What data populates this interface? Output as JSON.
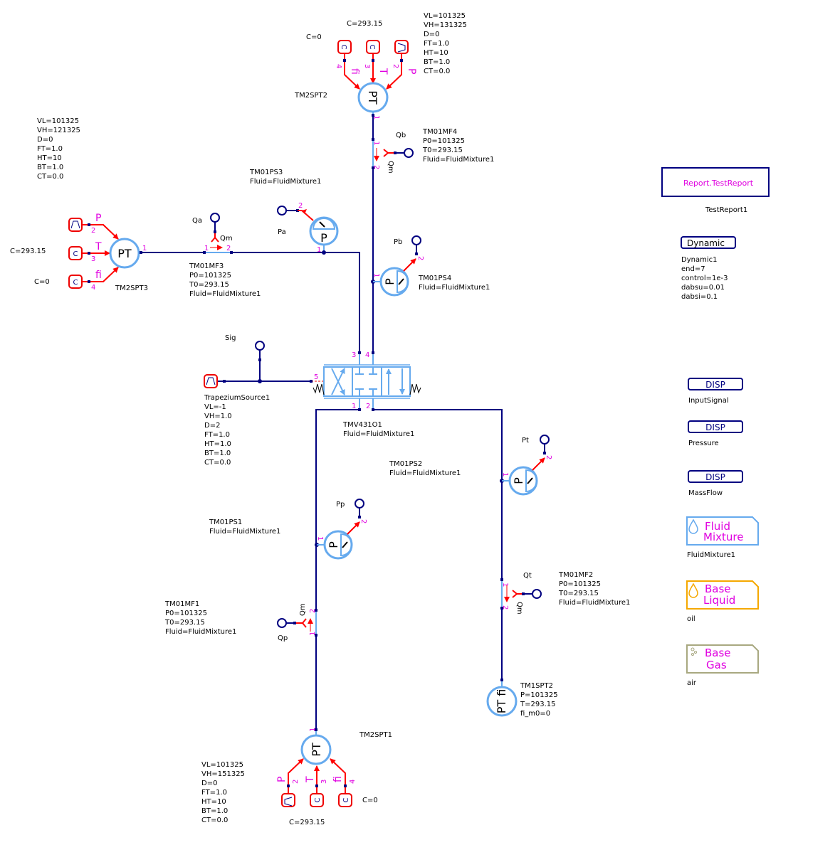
{
  "diagram": {
    "components": {
      "tm2spt2": {
        "name": "TM2SPT2",
        "symbol": "PT",
        "c_temp": "C=293.15",
        "c_fi": "C=0",
        "params": [
          "VL=101325",
          "VH=131325",
          "D=0",
          "FT=1.0",
          "HT=10",
          "BT=1.0",
          "CT=0.0"
        ],
        "ports": {
          "out": "1",
          "p": "2",
          "t": "3",
          "fi": "4"
        },
        "signals": {
          "p": "P",
          "t": "T",
          "fi": "fi"
        }
      },
      "tm2spt3": {
        "name": "TM2SPT3",
        "symbol": "PT",
        "c_temp": "C=293.15",
        "c_fi": "C=0",
        "params": [
          "VL=101325",
          "VH=121325",
          "D=0",
          "FT=1.0",
          "HT=10",
          "BT=1.0",
          "CT=0.0"
        ],
        "ports": {
          "out": "1",
          "p": "2",
          "t": "3",
          "fi": "4"
        },
        "signals": {
          "p": "P",
          "t": "T",
          "fi": "fi"
        }
      },
      "tm2spt1": {
        "name": "TM2SPT1",
        "symbol": "PT",
        "c_temp": "C=293.15",
        "c_fi": "C=0",
        "params": [
          "VL=101325",
          "VH=151325",
          "D=0",
          "FT=1.0",
          "HT=10",
          "BT=1.0",
          "CT=0.0"
        ],
        "ports": {
          "out": "1",
          "p": "2",
          "t": "3",
          "fi": "4"
        },
        "signals": {
          "p": "P",
          "t": "T",
          "fi": "fi"
        }
      },
      "tm01mf4": {
        "lines": [
          "TM01MF4",
          "P0=101325",
          "T0=293.15",
          "Fluid=FluidMixture1"
        ],
        "probe": "Qb",
        "qm": "Qm",
        "p1": "1",
        "p2": "2"
      },
      "tm01mf3": {
        "lines": [
          "TM01MF3",
          "P0=101325",
          "T0=293.15",
          "Fluid=FluidMixture1"
        ],
        "probe": "Qa",
        "qm": "Qm",
        "p1": "1",
        "p2": "2"
      },
      "tm01mf1": {
        "lines": [
          "TM01MF1",
          "P0=101325",
          "T0=293.15",
          "Fluid=FluidMixture1"
        ],
        "probe": "Qp",
        "qm": "Qm",
        "p1": "1",
        "p2": "2"
      },
      "tm01mf2": {
        "lines": [
          "TM01MF2",
          "P0=101325",
          "T0=293.15",
          "Fluid=FluidMixture1"
        ],
        "probe": "Qt",
        "qm": "Qm",
        "p1": "1",
        "p2": "2"
      },
      "tm01ps3": {
        "lines": [
          "TM01PS3",
          "Fluid=FluidMixture1"
        ],
        "probe": "Pa",
        "symbol": "P",
        "p1": "1",
        "p2": "2"
      },
      "tm01ps4": {
        "lines": [
          "TM01PS4",
          "Fluid=FluidMixture1"
        ],
        "probe": "Pb",
        "symbol": "P",
        "p1": "1",
        "p2": "2"
      },
      "tm01ps2": {
        "lines": [
          "TM01PS2",
          "Fluid=FluidMixture1"
        ],
        "probe": "Pt",
        "symbol": "P",
        "p1": "1",
        "p2": "2"
      },
      "tm01ps1": {
        "lines": [
          "TM01PS1",
          "Fluid=FluidMixture1"
        ],
        "probe": "Pp",
        "symbol": "P",
        "p1": "1",
        "p2": "2"
      },
      "trapezium": {
        "lines": [
          "TrapeziumSource1",
          "VL=-1",
          "VH=1.0",
          "D=2",
          "FT=1.0",
          "HT=1.0",
          "BT=1.0",
          "CT=0.0"
        ],
        "probe": "Sig"
      },
      "valve": {
        "lines": [
          "TMV431O1",
          "Fluid=FluidMixture1"
        ],
        "ports": {
          "p1": "1",
          "p2": "2",
          "p3": "3",
          "p4": "4",
          "p5": "5"
        }
      },
      "tm1spt2": {
        "symbol": "PT fi",
        "lines": [
          "TM1SPT2",
          "P=101325",
          "T=293.15",
          "fi_m0=0"
        ]
      }
    },
    "right_panel": {
      "report": {
        "box_label": "Report.TestReport",
        "name": "TestReport1"
      },
      "dynamic": {
        "box_label": "Dynamic",
        "lines": [
          "Dynamic1",
          "end=7",
          "control=1e-3",
          "dabsu=0.01",
          "dabsi=0.1"
        ]
      },
      "displays": [
        {
          "box_label": "DISP",
          "name": "InputSignal"
        },
        {
          "box_label": "DISP",
          "name": "Pressure"
        },
        {
          "box_label": "DISP",
          "name": "MassFlow"
        }
      ],
      "fluids": [
        {
          "line1": "Fluid",
          "line2": "Mixture",
          "name": "FluidMixture1",
          "icon": "droplet-icon",
          "color": "#66aaee"
        },
        {
          "line1": "Base",
          "line2": "Liquid",
          "name": "oil",
          "icon": "droplet-icon",
          "color": "#f5a800"
        },
        {
          "line1": "Base",
          "line2": "Gas",
          "name": "air",
          "icon": "bubbles-icon",
          "color": "#a8a880"
        }
      ]
    },
    "colors": {
      "pipe": "#000080",
      "component": "#66aaee",
      "signal": "#ff0000",
      "pin_label": "#e000e0"
    }
  }
}
